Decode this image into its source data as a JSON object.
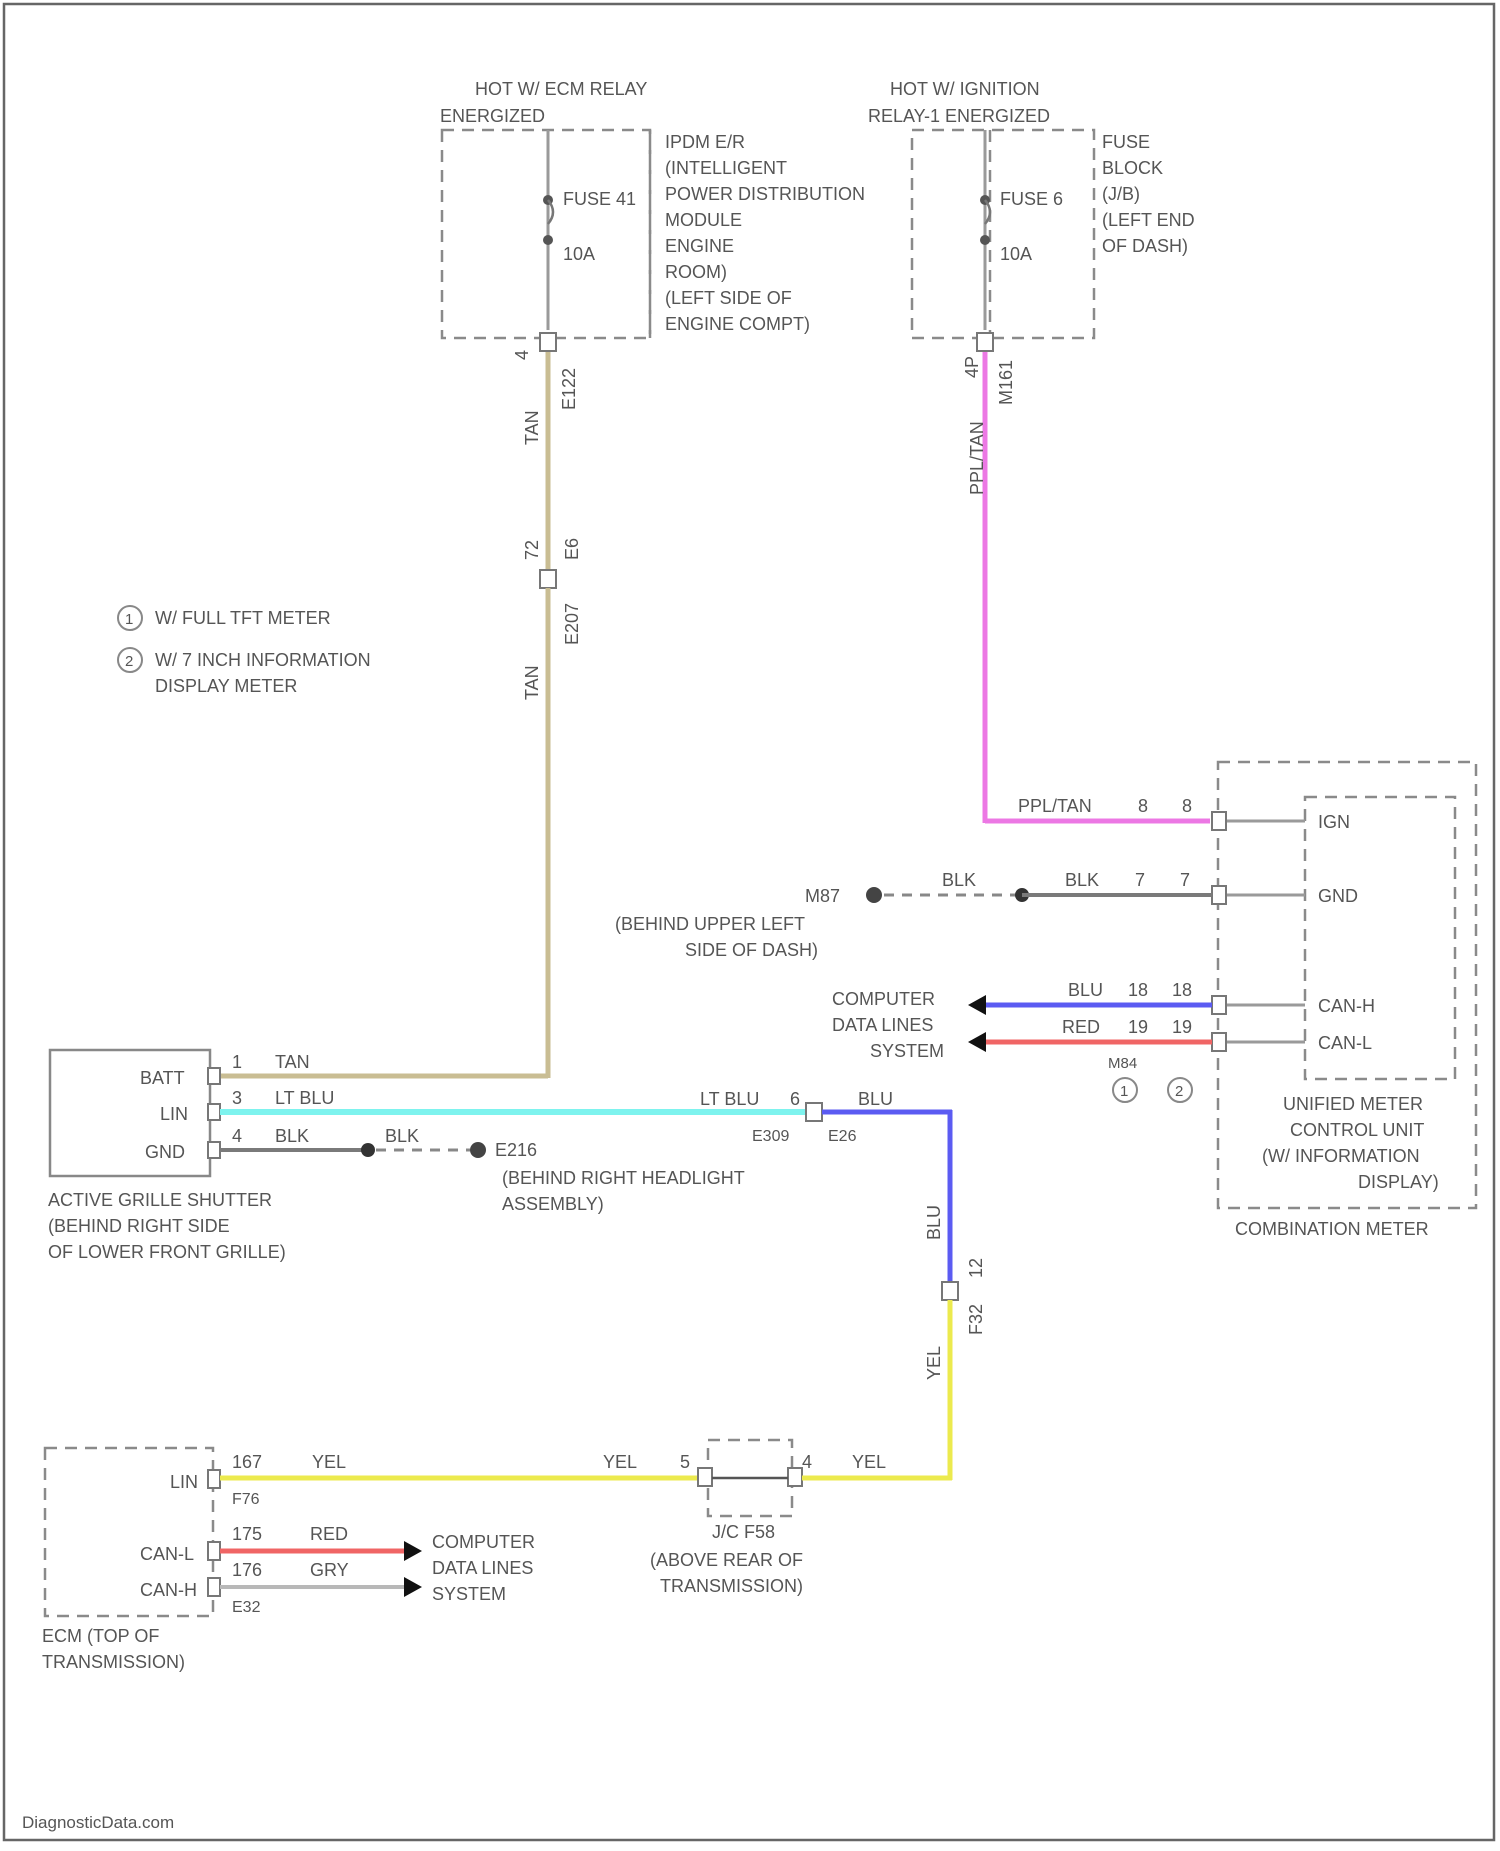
{
  "colors": {
    "tan": "#c9bd93",
    "ppl_tan": "#ec78e4",
    "lt_blu": "#7ef3ee",
    "blu": "#5b5bf2",
    "red": "#f06565",
    "yel": "#ecea4e",
    "gry": "#b8b8b8",
    "blk": "#7a7a7a"
  },
  "top_left_block": {
    "header": [
      "HOT W/ ECM RELAY",
      "ENERGIZED"
    ],
    "fuse": "FUSE 41",
    "rating": "10A",
    "desc": [
      "IPDM E/R",
      "(INTELLIGENT",
      "POWER DISTRIBUTION",
      "MODULE",
      "ENGINE",
      "ROOM)",
      "(LEFT SIDE OF",
      "ENGINE COMPT)"
    ],
    "pin": "4",
    "conn": "E122"
  },
  "top_right_block": {
    "header": [
      "HOT W/ IGNITION",
      "RELAY-1 ENERGIZED"
    ],
    "fuse": "FUSE 6",
    "rating": "10A",
    "desc": [
      "FUSE",
      "BLOCK",
      "(J/B)",
      "(LEFT END",
      "OF DASH)"
    ],
    "pin": "4P",
    "conn": "M161"
  },
  "legend": [
    {
      "num": "1",
      "text": [
        "W/ FULL TFT METER"
      ]
    },
    {
      "num": "2",
      "text": [
        "W/ 7 INCH INFORMATION",
        "DISPLAY METER"
      ]
    }
  ],
  "tan_wire": {
    "upper": "TAN",
    "lower": "TAN",
    "pin": "72",
    "conn_a": "E207",
    "conn_b": "E6"
  },
  "ppl_wire": {
    "label": "PPL/TAN"
  },
  "combination_meter": {
    "title": "COMBINATION METER",
    "unit": [
      "UNIFIED METER",
      "CONTROL UNIT",
      "(W/ INFORMATION",
      "DISPLAY)"
    ],
    "pins": [
      "IGN",
      "GND",
      "CAN-H",
      "CAN-L"
    ],
    "ign_row": {
      "wire": "PPL/TAN",
      "p1": "8",
      "p2": "8"
    },
    "gnd_row": {
      "ground": "M87",
      "wire1": "BLK",
      "wire2": "BLK",
      "p1": "7",
      "p2": "7",
      "note": [
        "(BEHIND UPPER LEFT",
        "SIDE OF DASH)"
      ]
    },
    "canh_row": {
      "wire": "BLU",
      "p1": "18",
      "p2": "18"
    },
    "canl_row": {
      "wire": "RED",
      "p1": "19",
      "p2": "19"
    },
    "computer": [
      "COMPUTER",
      "DATA LINES",
      "SYSTEM"
    ],
    "conn": "M84",
    "notes": [
      "1",
      "2"
    ]
  },
  "active_grille": {
    "pins": [
      "BATT",
      "LIN",
      "GND"
    ],
    "pin_nums": [
      "1",
      "3",
      "4"
    ],
    "wires": [
      "TAN",
      "LT BLU",
      "BLK"
    ],
    "title": [
      "ACTIVE GRILLE SHUTTER",
      "(BEHIND RIGHT SIDE",
      "OF LOWER FRONT GRILLE)"
    ],
    "gnd_wire": "BLK",
    "ground": "E216",
    "ground_note": [
      "(BEHIND RIGHT HEADLIGHT",
      "ASSEMBLY)"
    ]
  },
  "lin_joint": {
    "left_wire": "LT BLU",
    "right_wire": "BLU",
    "pin": "6",
    "conn_a": "E309",
    "conn_b": "E26"
  },
  "f32": {
    "upper": "BLU",
    "lower": "YEL",
    "pin": "12",
    "conn": "F32"
  },
  "ecm": {
    "pins": [
      "LIN",
      "CAN-L",
      "CAN-H"
    ],
    "title": [
      "ECM (TOP OF",
      "TRANSMISSION)"
    ],
    "lin": {
      "pin": "167",
      "wire": "YEL",
      "conn": "F76"
    },
    "canl": {
      "pin": "175",
      "wire": "RED"
    },
    "canh": {
      "pin": "176",
      "wire": "GRY",
      "conn": "E32"
    },
    "computer": [
      "COMPUTER",
      "DATA LINES",
      "SYSTEM"
    ]
  },
  "jc": {
    "label": "J/C F58",
    "note": [
      "(ABOVE REAR OF",
      "TRANSMISSION)"
    ],
    "pin_l": "5",
    "pin_r": "4",
    "wire_l": "YEL",
    "wire_r": "YEL"
  },
  "footer": "DiagnosticData.com"
}
